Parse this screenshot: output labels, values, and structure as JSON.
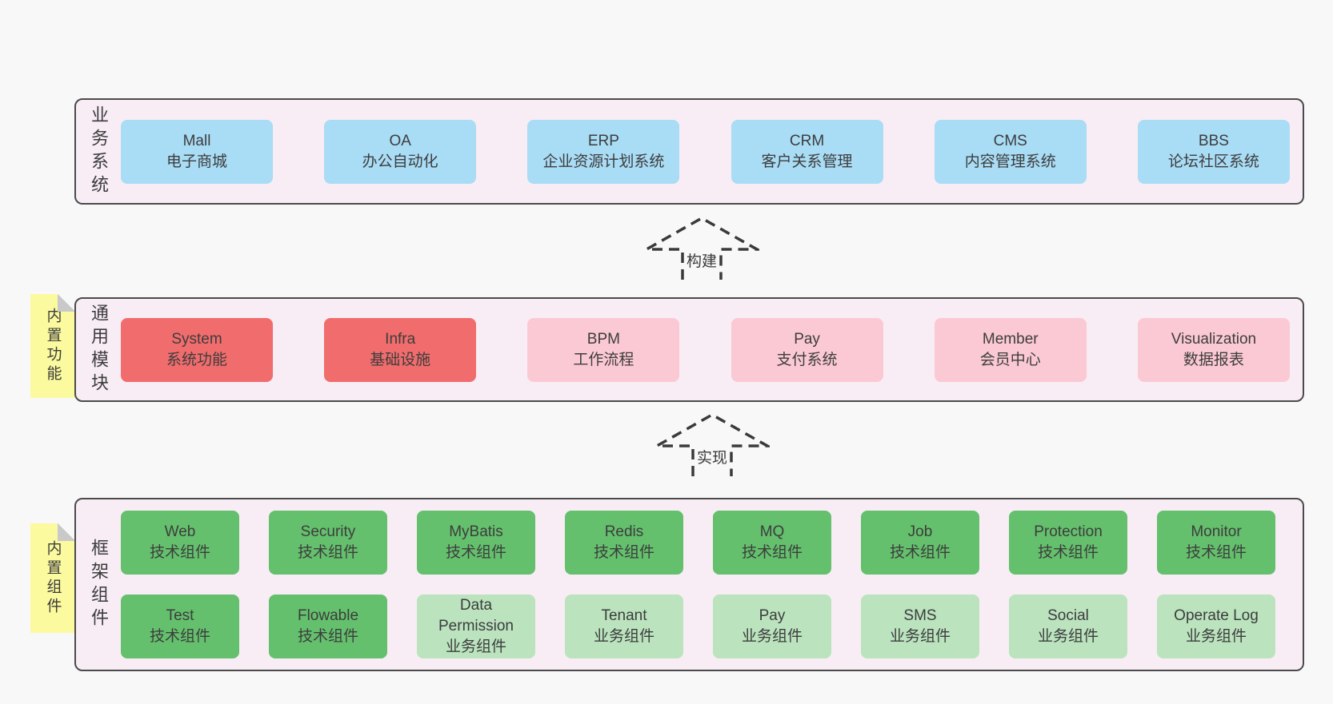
{
  "colors": {
    "page_bg": "#f8f8f8",
    "band_bg": "#f8edf5",
    "band_border": "#4b4b4b",
    "blue": "#a9dcf5",
    "red": "#f16c6c",
    "pink": "#fbc9d3",
    "green_dark": "#64c06d",
    "green_light": "#bae3be",
    "note_yellow": "#fbfa9e",
    "fold_gray": "#c9c9c9",
    "text": "#3d3d3d"
  },
  "bands": {
    "business": {
      "label": "业务系统",
      "boxes": [
        {
          "name": "Mall",
          "desc": "电子商城"
        },
        {
          "name": "OA",
          "desc": "办公自动化"
        },
        {
          "name": "ERP",
          "desc": "企业资源计划系统"
        },
        {
          "name": "CRM",
          "desc": "客户关系管理"
        },
        {
          "name": "CMS",
          "desc": "内容管理系统"
        },
        {
          "name": "BBS",
          "desc": "论坛社区系统"
        }
      ]
    },
    "modules": {
      "label": "通用模块",
      "note": "内置功能",
      "boxes": [
        {
          "name": "System",
          "desc": "系统功能"
        },
        {
          "name": "Infra",
          "desc": "基础设施"
        },
        {
          "name": "BPM",
          "desc": "工作流程"
        },
        {
          "name": "Pay",
          "desc": "支付系统"
        },
        {
          "name": "Member",
          "desc": "会员中心"
        },
        {
          "name": "Visualization",
          "desc": "数据报表"
        }
      ]
    },
    "framework": {
      "label": "框架组件",
      "note": "内置组件",
      "row1": [
        {
          "name": "Web",
          "desc": "技术组件"
        },
        {
          "name": "Security",
          "desc": "技术组件"
        },
        {
          "name": "MyBatis",
          "desc": "技术组件"
        },
        {
          "name": "Redis",
          "desc": "技术组件"
        },
        {
          "name": "MQ",
          "desc": "技术组件"
        },
        {
          "name": "Job",
          "desc": "技术组件"
        },
        {
          "name": "Protection",
          "desc": "技术组件"
        },
        {
          "name": "Monitor",
          "desc": "技术组件"
        }
      ],
      "row2": [
        {
          "name": "Test",
          "desc": "技术组件"
        },
        {
          "name": "Flowable",
          "desc": "技术组件"
        },
        {
          "name": "Data Permission",
          "desc": "业务组件"
        },
        {
          "name": "Tenant",
          "desc": "业务组件"
        },
        {
          "name": "Pay",
          "desc": "业务组件"
        },
        {
          "name": "SMS",
          "desc": "业务组件"
        },
        {
          "name": "Social",
          "desc": "业务组件"
        },
        {
          "name": "Operate Log",
          "desc": "业务组件"
        }
      ]
    }
  },
  "arrows": [
    {
      "label": "构建"
    },
    {
      "label": "实现"
    }
  ]
}
